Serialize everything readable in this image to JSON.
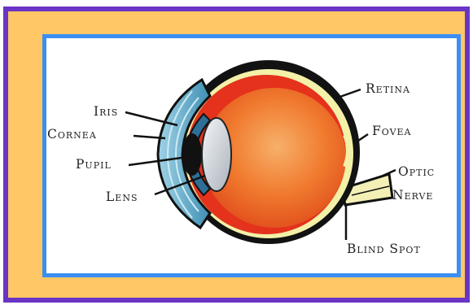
{
  "diagram": {
    "labels": {
      "retina": "Retina",
      "fovea": "Fovea",
      "optic_line1": "Optic",
      "optic_line2": "Nerve",
      "iris": "Iris",
      "cornea": "Cornea",
      "pupil": "Pupil",
      "lens": "Lens",
      "blind_spot": "Blind Spot"
    },
    "colors": {
      "outer_border": "#6a34c4",
      "outer_fill": "#ffc766",
      "inner_border": "#3b8ff3",
      "sclera": "#f3f0a8",
      "choroid_red": "#e4321c",
      "vitreous_orange": "#f08a3a",
      "cornea_blue": "#69b7d3",
      "iris_blue": "#2f6f96",
      "pupil_black": "#111111",
      "lens_gray": "#d9dde3"
    }
  }
}
